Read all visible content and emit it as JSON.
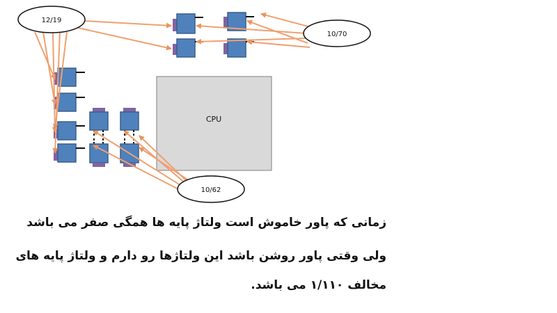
{
  "diagram": {
    "cpu_label": "CPU",
    "ellipses": {
      "top_left": "12/19",
      "top_right": "10/70",
      "bottom": "10/62"
    }
  },
  "caption": {
    "line1": "زمانی که پاور خاموش است ولتاژ پایه ها همگی صفر می باشد",
    "line2": "ولی وقتی پاور روشن باشد این ولتاژها رو دارم و ولتاژ پایه های",
    "line3": "مخالف ۱/۱۱۰ می باشد."
  },
  "colors": {
    "arrow": "#f0a070",
    "block_fill": "#4f81bd",
    "block_stroke": "#3a5f8a",
    "pin": "#8064a2",
    "cpu_fill": "#d9d9d9",
    "cpu_stroke": "#808080"
  }
}
